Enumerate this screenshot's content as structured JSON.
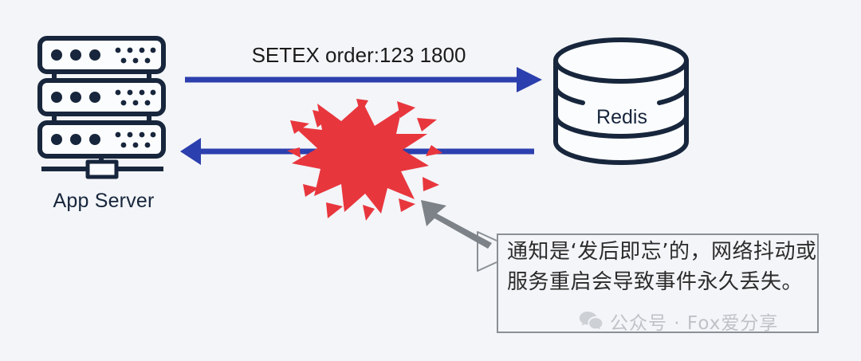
{
  "diagram": {
    "title": "Redis SETEX notification loss diagram",
    "background_color": "#f3f5f8"
  },
  "nodes": {
    "app_server": {
      "label": "App Server",
      "icon": "server-rack-icon",
      "color": "#17263c"
    },
    "redis": {
      "label": "Redis",
      "icon": "database-cylinder-icon",
      "color": "#17263c"
    }
  },
  "edges": {
    "request": {
      "label": "SETEX order:123 1800",
      "direction": "right",
      "color": "#2c3fae"
    },
    "response": {
      "label": "",
      "direction": "left",
      "color": "#2c3fae"
    }
  },
  "failure": {
    "icon": "explosion-burst-icon",
    "color": "#e8363d",
    "shard_color": "#e8363d"
  },
  "callout": {
    "text": "通知是‘发后即忘’的，网络抖动或服务重启会导致事件永久丢失。",
    "border_color": "#8b9096",
    "pointer": "callout-arrow-icon",
    "pointer_color": "#7d8288"
  },
  "watermark": {
    "icon": "wechat-icon",
    "text": "公众号 · Fox爱分享",
    "color": "#767c84"
  }
}
